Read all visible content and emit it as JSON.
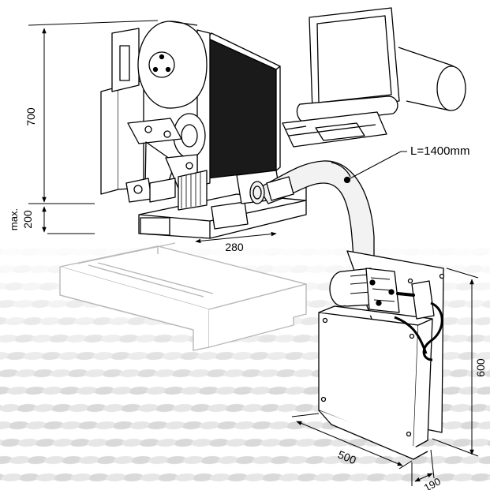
{
  "dimensions": {
    "height_machine": "700",
    "max_label": "max.",
    "max_value": "200",
    "width_machine": "280",
    "cable_length": "L=1400mm",
    "height_unit": "600",
    "width_unit": "500",
    "depth_unit": "190"
  },
  "colors": {
    "line": "#000000",
    "conveyor": "#b9b9b9",
    "belt_texture": "#d6d6d6",
    "fin_dark": "#1a1a1a",
    "hose_fill": "#f2f2f2"
  }
}
